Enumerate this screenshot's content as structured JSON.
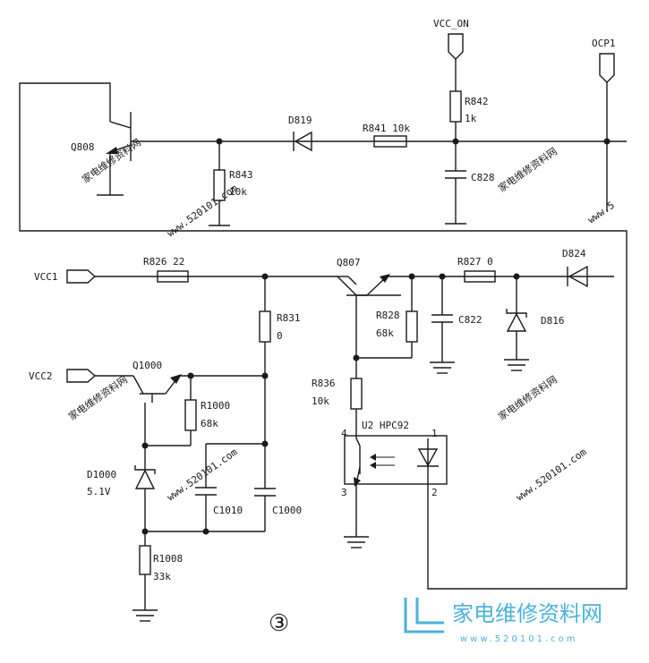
{
  "watermarks": {
    "cn_a": "家电维修资料网",
    "cn_b": "家电维修资料网",
    "cn_c": "家电维修资料网",
    "cn_d": "家电维修资料网",
    "url_a": "www.520101.com",
    "url_b": "www.520101.com",
    "url_c": "www.5",
    "url_d": "www.520101.com"
  },
  "labels": {
    "vcc_on": "VCC_ON",
    "ocp1": "OCP1",
    "q808": "Q808",
    "d819": "D819",
    "r841": "R841 10k",
    "r842": "R842",
    "r842_val": "1k",
    "c828": "C828",
    "r843": "R843",
    "r843_val": "10k",
    "vcc1": "VCC1",
    "r826": "R826 22",
    "q807": "Q807",
    "r827": "R827 0",
    "d824": "D824",
    "r831": "R831",
    "r831_val": "0",
    "r828": "R828",
    "r828_val": "68k",
    "c822": "C822",
    "d816": "D816",
    "vcc2": "VCC2",
    "q1000": "Q1000",
    "r1000": "R1000",
    "r1000_val": "68k",
    "r836": "R836",
    "r836_val": "10k",
    "u2": "U2 HPC92",
    "pin4": "4",
    "pin1": "1",
    "pin3": "3",
    "pin2": "2",
    "d1000": "D1000",
    "d1000_val": "5.1V",
    "c1010": "C1010",
    "c1000": "C1000",
    "r1008": "R1008",
    "r1008_val": "33k"
  },
  "figure_number": "③",
  "logo": {
    "text": "家电维修资料网",
    "url": "www.520101.com"
  }
}
